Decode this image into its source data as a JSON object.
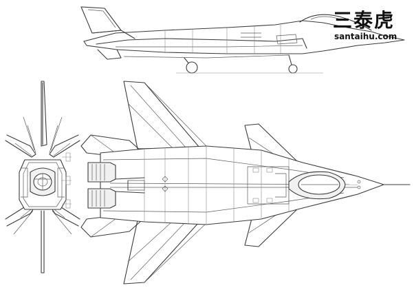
{
  "watermark": {
    "chinese": "三泰虎",
    "site": "santaihu.com"
  },
  "views": [
    "side-view",
    "front-view",
    "top-view"
  ]
}
